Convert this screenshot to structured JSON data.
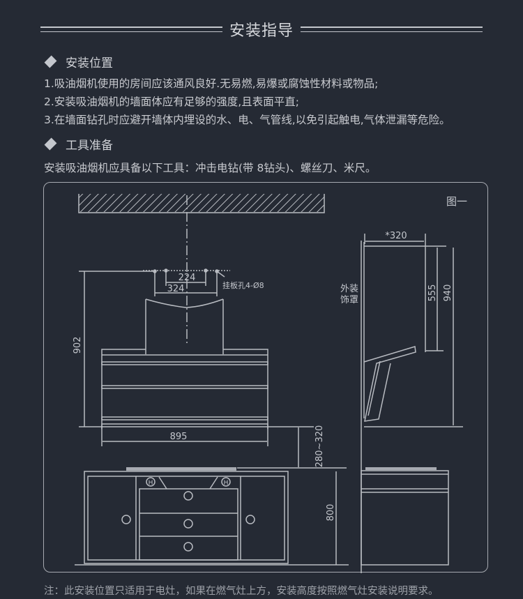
{
  "header": {
    "title": "安装指导"
  },
  "section_install_position": {
    "heading": "安装位置",
    "items": [
      "1.吸油烟机使用的房间应该通风良好.无易燃,易爆或腐蚀性材料或物品;",
      "2.安装吸油烟机的墙面体应有足够的强度,且表面平直;",
      "3.在墙面钻孔时应避开墙体内埋设的水、电、气管线,以免引起触电,气体泄漏等危险。"
    ]
  },
  "section_tools": {
    "heading": "工具准备",
    "text": "安装吸油烟机应具备以下工具：冲击电钻(带   8钻头)、螺丝刀、米尺。"
  },
  "figure": {
    "label": "图一",
    "front_view": {
      "dim_hole_inner": "224",
      "dim_hole_outer": "324",
      "hole_label": "挂板孔4-Ø8",
      "dim_height": "902",
      "dim_width": "895",
      "dim_install_height": "280~320",
      "dim_cabinet_height": "800",
      "burner_symbol": "H"
    },
    "side_view": {
      "dim_depth": "*320",
      "dim_cover_lower": "555",
      "dim_total_height": "940",
      "cover_label_line1": "外装",
      "cover_label_line2": "饰罩"
    }
  },
  "footer_note": "注：此安装位置只适用于电灶，如果在燃气灶上方，安装高度按照燃气灶安装说明要求。",
  "colors": {
    "background": "#252a34",
    "line": "#b9bcc2",
    "text": "#c8cacf"
  }
}
